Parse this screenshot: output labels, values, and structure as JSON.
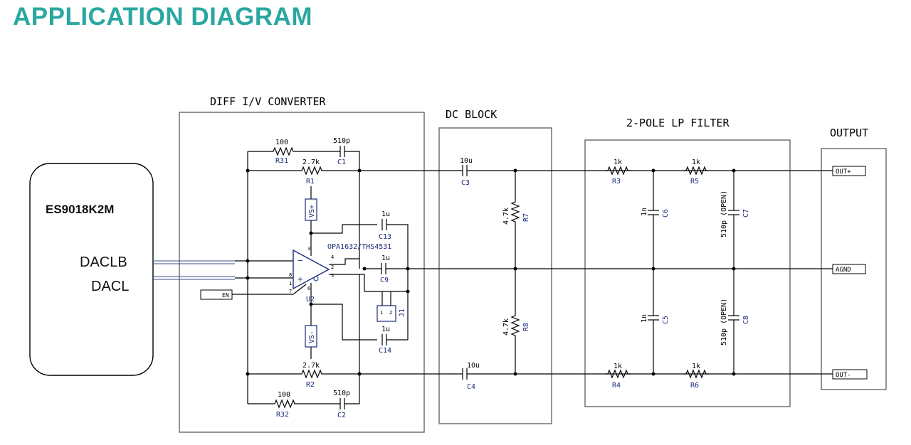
{
  "title": "APPLICATION DIAGRAM",
  "sections": {
    "iv": "DIFF I/V CONVERTER",
    "dc": "DC BLOCK",
    "lp": "2-POLE LP FILTER",
    "out": "OUTPUT"
  },
  "chip": {
    "name": "ES9018K2M",
    "daclb": "DACLB",
    "dacl": "DACL"
  },
  "opamp": {
    "ref": "U2",
    "part": "OPA1632/THS4531",
    "en": "EN",
    "vsp": "VS+",
    "vsn": "VS-",
    "pins": [
      "4",
      "3",
      "2",
      "5",
      "8",
      "1",
      "7",
      "6"
    ]
  },
  "jumper": {
    "ref": "J1",
    "p1": "1",
    "p2": "2"
  },
  "components": {
    "R31": {
      "ref": "R31",
      "value": "100"
    },
    "C1": {
      "ref": "C1",
      "value": "510p"
    },
    "R1": {
      "ref": "R1",
      "value": "2.7k"
    },
    "C13": {
      "ref": "C13",
      "value": "1u"
    },
    "C9": {
      "ref": "C9",
      "value": "1u"
    },
    "C14": {
      "ref": "C14",
      "value": "1u"
    },
    "R2": {
      "ref": "R2",
      "value": "2.7k"
    },
    "R32": {
      "ref": "R32",
      "value": "100"
    },
    "C2": {
      "ref": "C2",
      "value": "510p"
    },
    "C3": {
      "ref": "C3",
      "value": "10u"
    },
    "C4": {
      "ref": "C4",
      "value": "10u"
    },
    "R7": {
      "ref": "R7",
      "value": "4.7k"
    },
    "R8": {
      "ref": "R8",
      "value": "4.7k"
    },
    "R3": {
      "ref": "R3",
      "value": "1k"
    },
    "R5": {
      "ref": "R5",
      "value": "1k"
    },
    "R4": {
      "ref": "R4",
      "value": "1k"
    },
    "R6": {
      "ref": "R6",
      "value": "1k"
    },
    "C6": {
      "ref": "C6",
      "value": "1n"
    },
    "C5": {
      "ref": "C5",
      "value": "1n"
    },
    "C7": {
      "ref": "C7",
      "value": "510p (OPEN)"
    },
    "C8": {
      "ref": "C8",
      "value": "510p (OPEN)"
    }
  },
  "outputs": {
    "pos": "OUT+",
    "gnd": "AGND",
    "neg": "OUT-"
  }
}
